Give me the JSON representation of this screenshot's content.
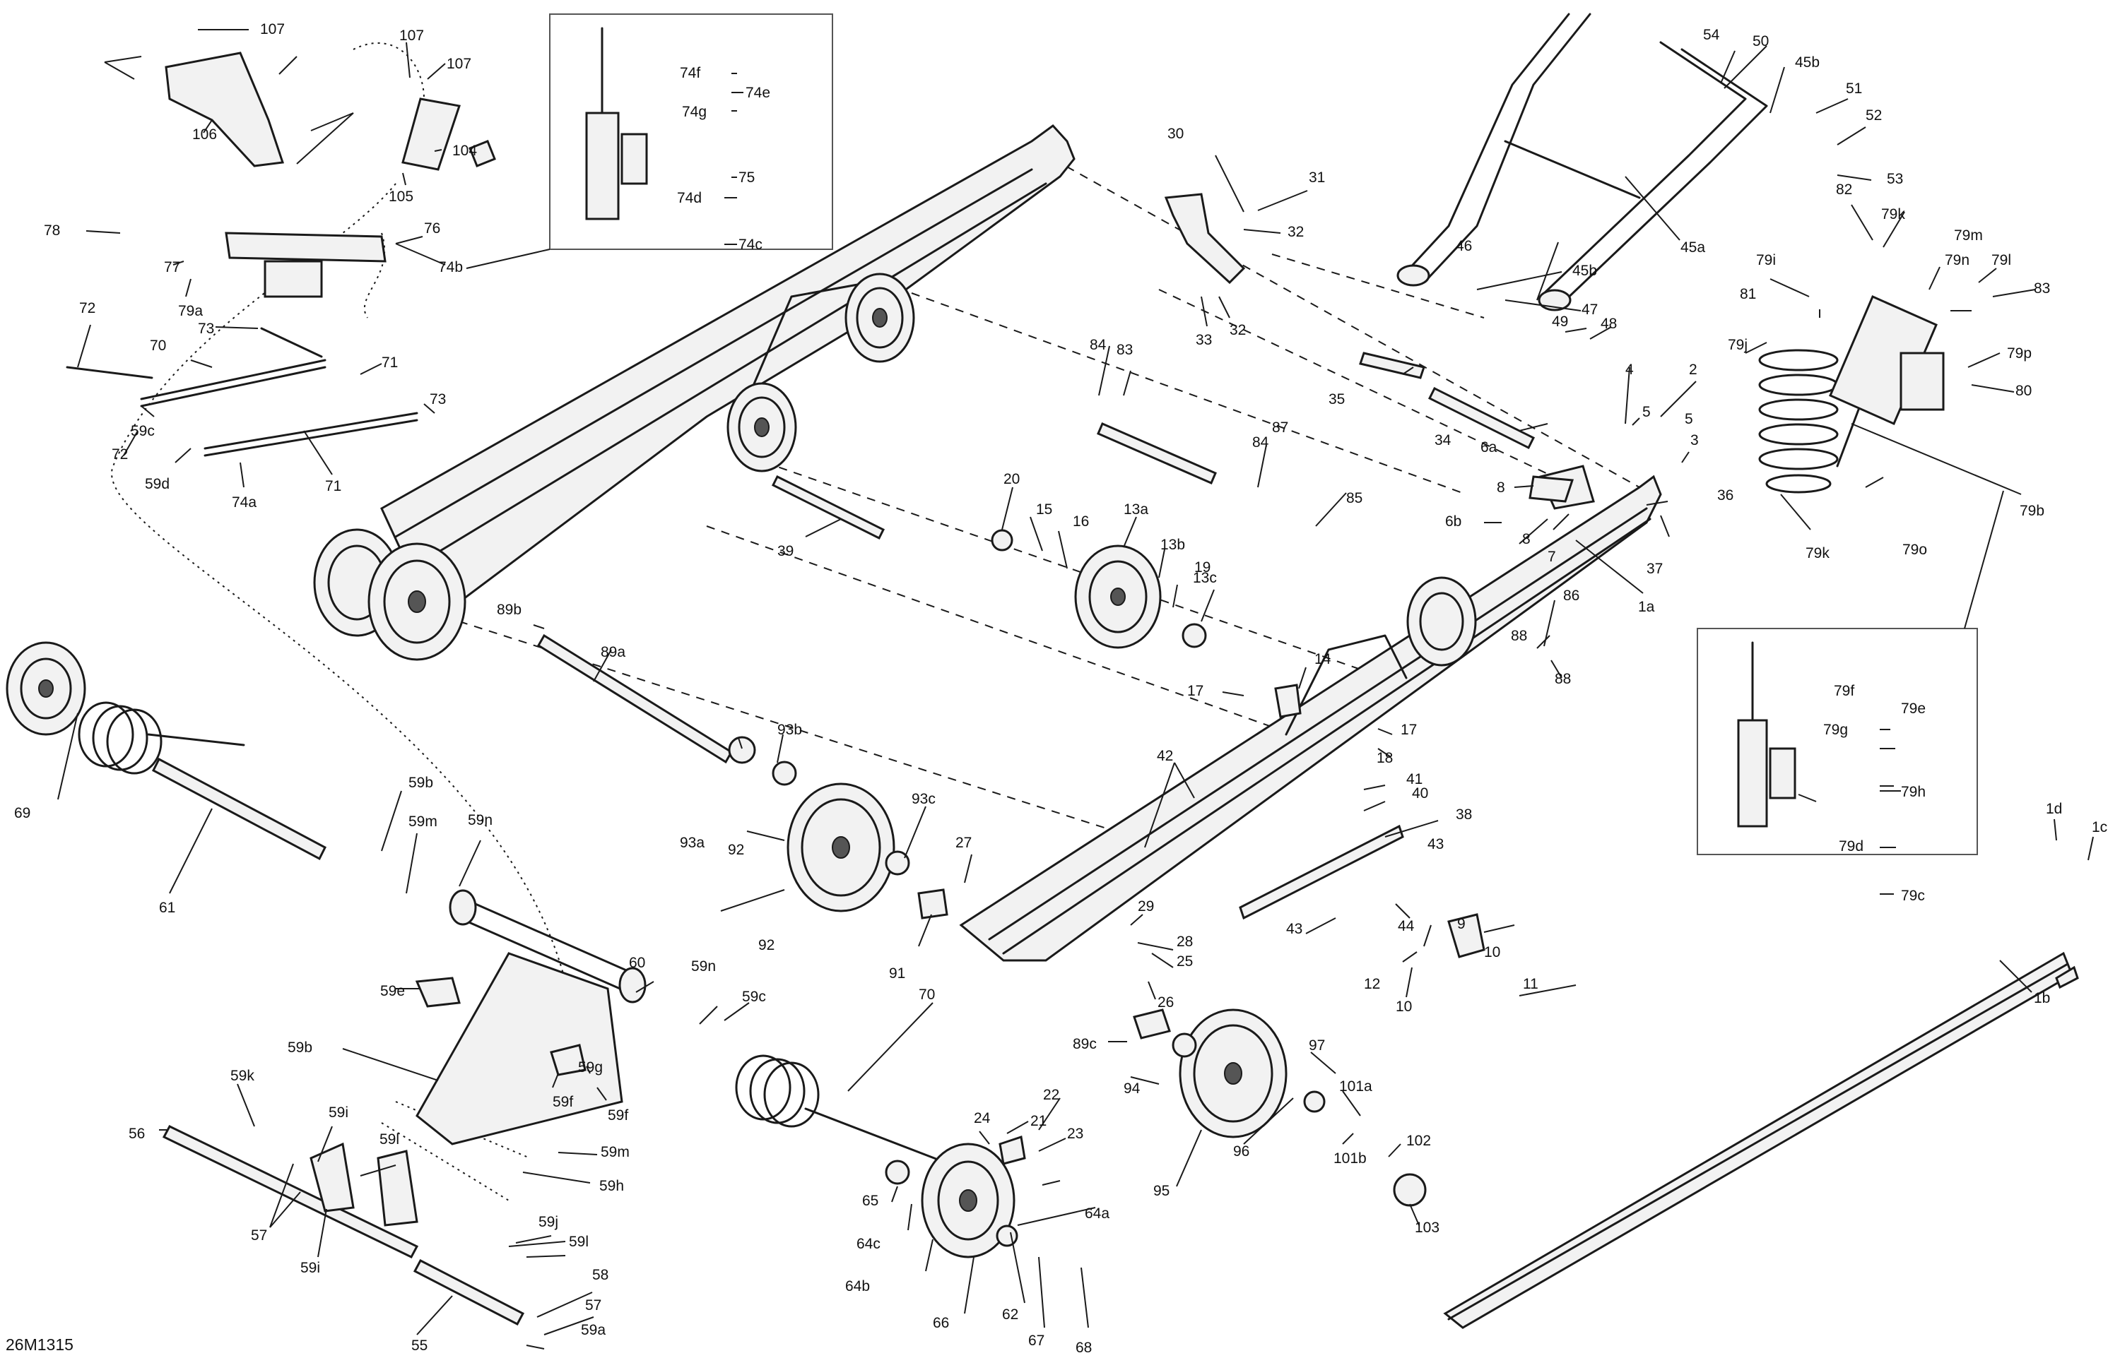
{
  "drawing_number": "26M1315",
  "callouts": [
    "1a",
    "1b",
    "1c",
    "1d",
    "2",
    "3",
    "4",
    "5",
    "5",
    "6a",
    "6b",
    "7",
    "8",
    "8",
    "9",
    "10",
    "10",
    "11",
    "12",
    "13a",
    "13b",
    "13c",
    "14",
    "15",
    "16",
    "17",
    "17",
    "18",
    "19",
    "20",
    "21",
    "22",
    "23",
    "24",
    "25",
    "26",
    "27",
    "28",
    "29",
    "30",
    "31",
    "32",
    "32",
    "33",
    "34",
    "35",
    "36",
    "37",
    "38",
    "39",
    "40",
    "41",
    "42",
    "43",
    "43",
    "44",
    "45a",
    "45b",
    "45b",
    "46",
    "47",
    "48",
    "49",
    "50",
    "51",
    "52",
    "53",
    "54",
    "55",
    "56",
    "57",
    "57",
    "58",
    "59a",
    "59b",
    "59b",
    "59c",
    "59c",
    "59d",
    "59e",
    "59f",
    "59f",
    "59g",
    "59h",
    "59i",
    "59i",
    "59j",
    "59k",
    "59l",
    "59l",
    "59m",
    "59m",
    "59n",
    "59n",
    "60",
    "61",
    "62",
    "64a",
    "64b",
    "64c",
    "65",
    "66",
    "67",
    "68",
    "69",
    "70",
    "70",
    "71",
    "71",
    "72",
    "72",
    "73",
    "73",
    "74a",
    "74b",
    "74c",
    "74d",
    "74e",
    "74f",
    "74g",
    "75",
    "76",
    "77",
    "78",
    "79a",
    "79b",
    "79c",
    "79d",
    "79e",
    "79f",
    "79g",
    "79h",
    "79i",
    "79j",
    "79k",
    "79k",
    "79l",
    "79m",
    "79n",
    "79o",
    "79p",
    "80",
    "81",
    "82",
    "83",
    "83",
    "84",
    "84",
    "85",
    "86",
    "87",
    "88",
    "88",
    "89a",
    "89b",
    "89c",
    "91",
    "92",
    "92",
    "93a",
    "93b",
    "93c",
    "94",
    "95",
    "96",
    "97",
    "101a",
    "101b",
    "102",
    "103",
    "104",
    "105",
    "106",
    "107",
    "107",
    "107"
  ]
}
